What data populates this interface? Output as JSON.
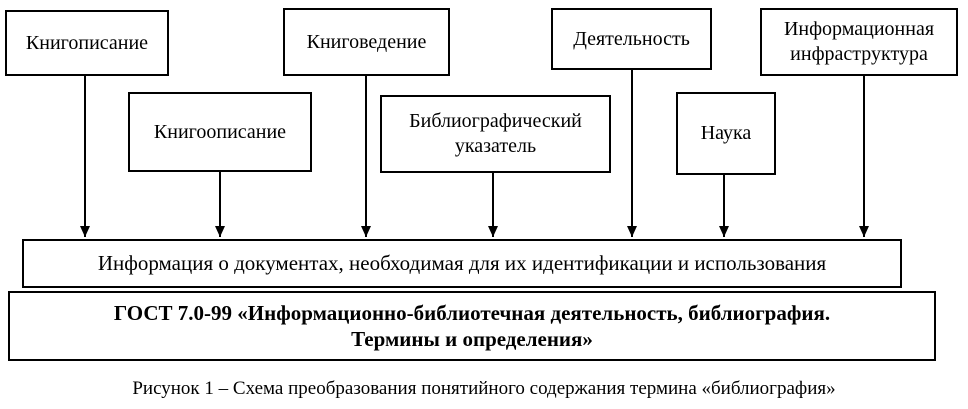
{
  "diagram": {
    "boxes": [
      {
        "label": "Книгописание"
      },
      {
        "label": "Книговедение"
      },
      {
        "label": "Деятельность"
      },
      {
        "label": "Информационная инфраструктура"
      },
      {
        "label": "Книгоописание"
      },
      {
        "label": "Библиографический указатель"
      },
      {
        "label": "Наука"
      }
    ],
    "info_box": "Информация о документах, необходимая для их идентификации и использования",
    "gost_line1": "ГОСТ 7.0-99 «Информационно-библиотечная деятельность, библиография.",
    "gost_line2": "Термины и определения»",
    "caption": "Рисунок 1 – Схема преобразования понятийного содержания термина «библиография»"
  }
}
